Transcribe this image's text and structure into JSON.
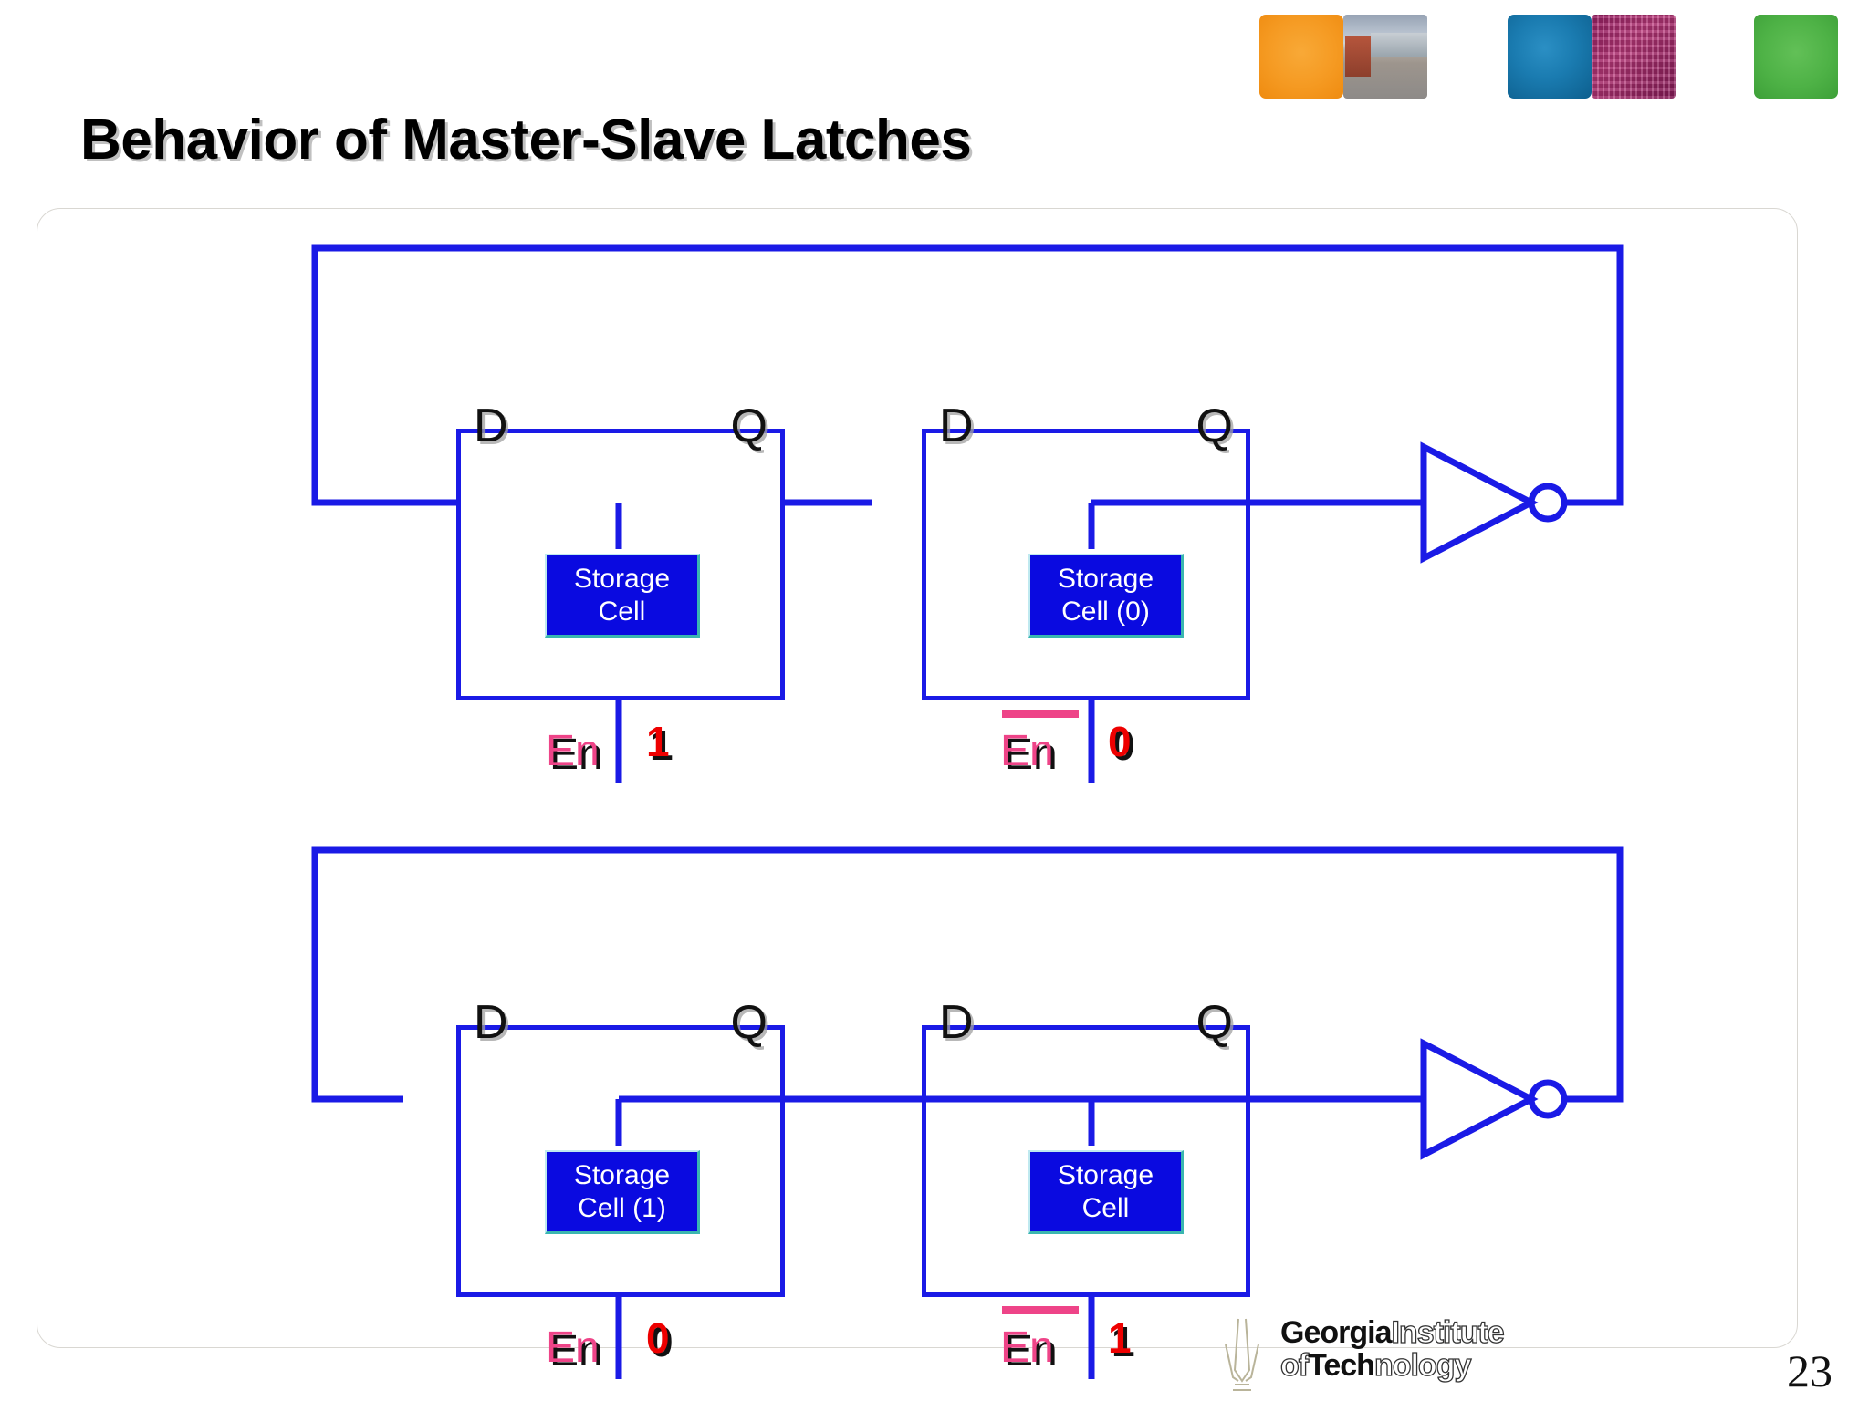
{
  "slide": {
    "title": "Behavior of Master-Slave Latches",
    "number": "23"
  },
  "decorations": {
    "tiles": [
      {
        "name": "orange-tile",
        "kind": "solid",
        "color": "#f59a22"
      },
      {
        "name": "campus-photo-tile",
        "kind": "photo",
        "color": "#b4aca4"
      },
      {
        "name": "blue-tile",
        "kind": "solid",
        "color": "#1a7bb0"
      },
      {
        "name": "circuit-photo-tile",
        "kind": "photo",
        "color": "#a3236b"
      },
      {
        "name": "green-tile",
        "kind": "solid",
        "color": "#4eb246"
      }
    ]
  },
  "colors": {
    "wire": "#1a1ae6",
    "storage_cell_fill": "#0a0ae0",
    "storage_cell_border": "#3ab6b0",
    "enable_label": "#ee4488",
    "value": "#ee0000",
    "port_label": "#111111"
  },
  "diagram": {
    "rows": [
      {
        "name": "row-enabled-master",
        "master": {
          "port_d": "D",
          "port_q": "Q",
          "storage_line1": "Storage",
          "storage_line2": "Cell",
          "enable_label": "En",
          "enable_overbar": false,
          "enable_value": "1",
          "transparent": true
        },
        "slave": {
          "port_d": "D",
          "port_q": "Q",
          "storage_line1": "Storage",
          "storage_line2": "Cell (0)",
          "enable_label": "En",
          "enable_overbar": true,
          "enable_value": "0",
          "transparent": false
        },
        "inverter": "inverter-gate",
        "q_to_d_connected": false,
        "feedback_to_master_d_connected": true
      },
      {
        "name": "row-enabled-slave",
        "master": {
          "port_d": "D",
          "port_q": "Q",
          "storage_line1": "Storage",
          "storage_line2": "Cell (1)",
          "enable_label": "En",
          "enable_overbar": false,
          "enable_value": "0",
          "transparent": false
        },
        "slave": {
          "port_d": "D",
          "port_q": "Q",
          "storage_line1": "Storage",
          "storage_line2": "Cell",
          "enable_label": "En",
          "enable_overbar": true,
          "enable_value": "1",
          "transparent": true
        },
        "inverter": "inverter-gate",
        "q_to_d_connected": true,
        "feedback_to_master_d_connected": false
      }
    ]
  },
  "footer": {
    "logo_line1_solid": "Georgia",
    "logo_line1_outline": "Institute",
    "logo_line2_outline_pre": "of",
    "logo_line2_solid": "Tech",
    "logo_line2_outline_post": "nology"
  }
}
